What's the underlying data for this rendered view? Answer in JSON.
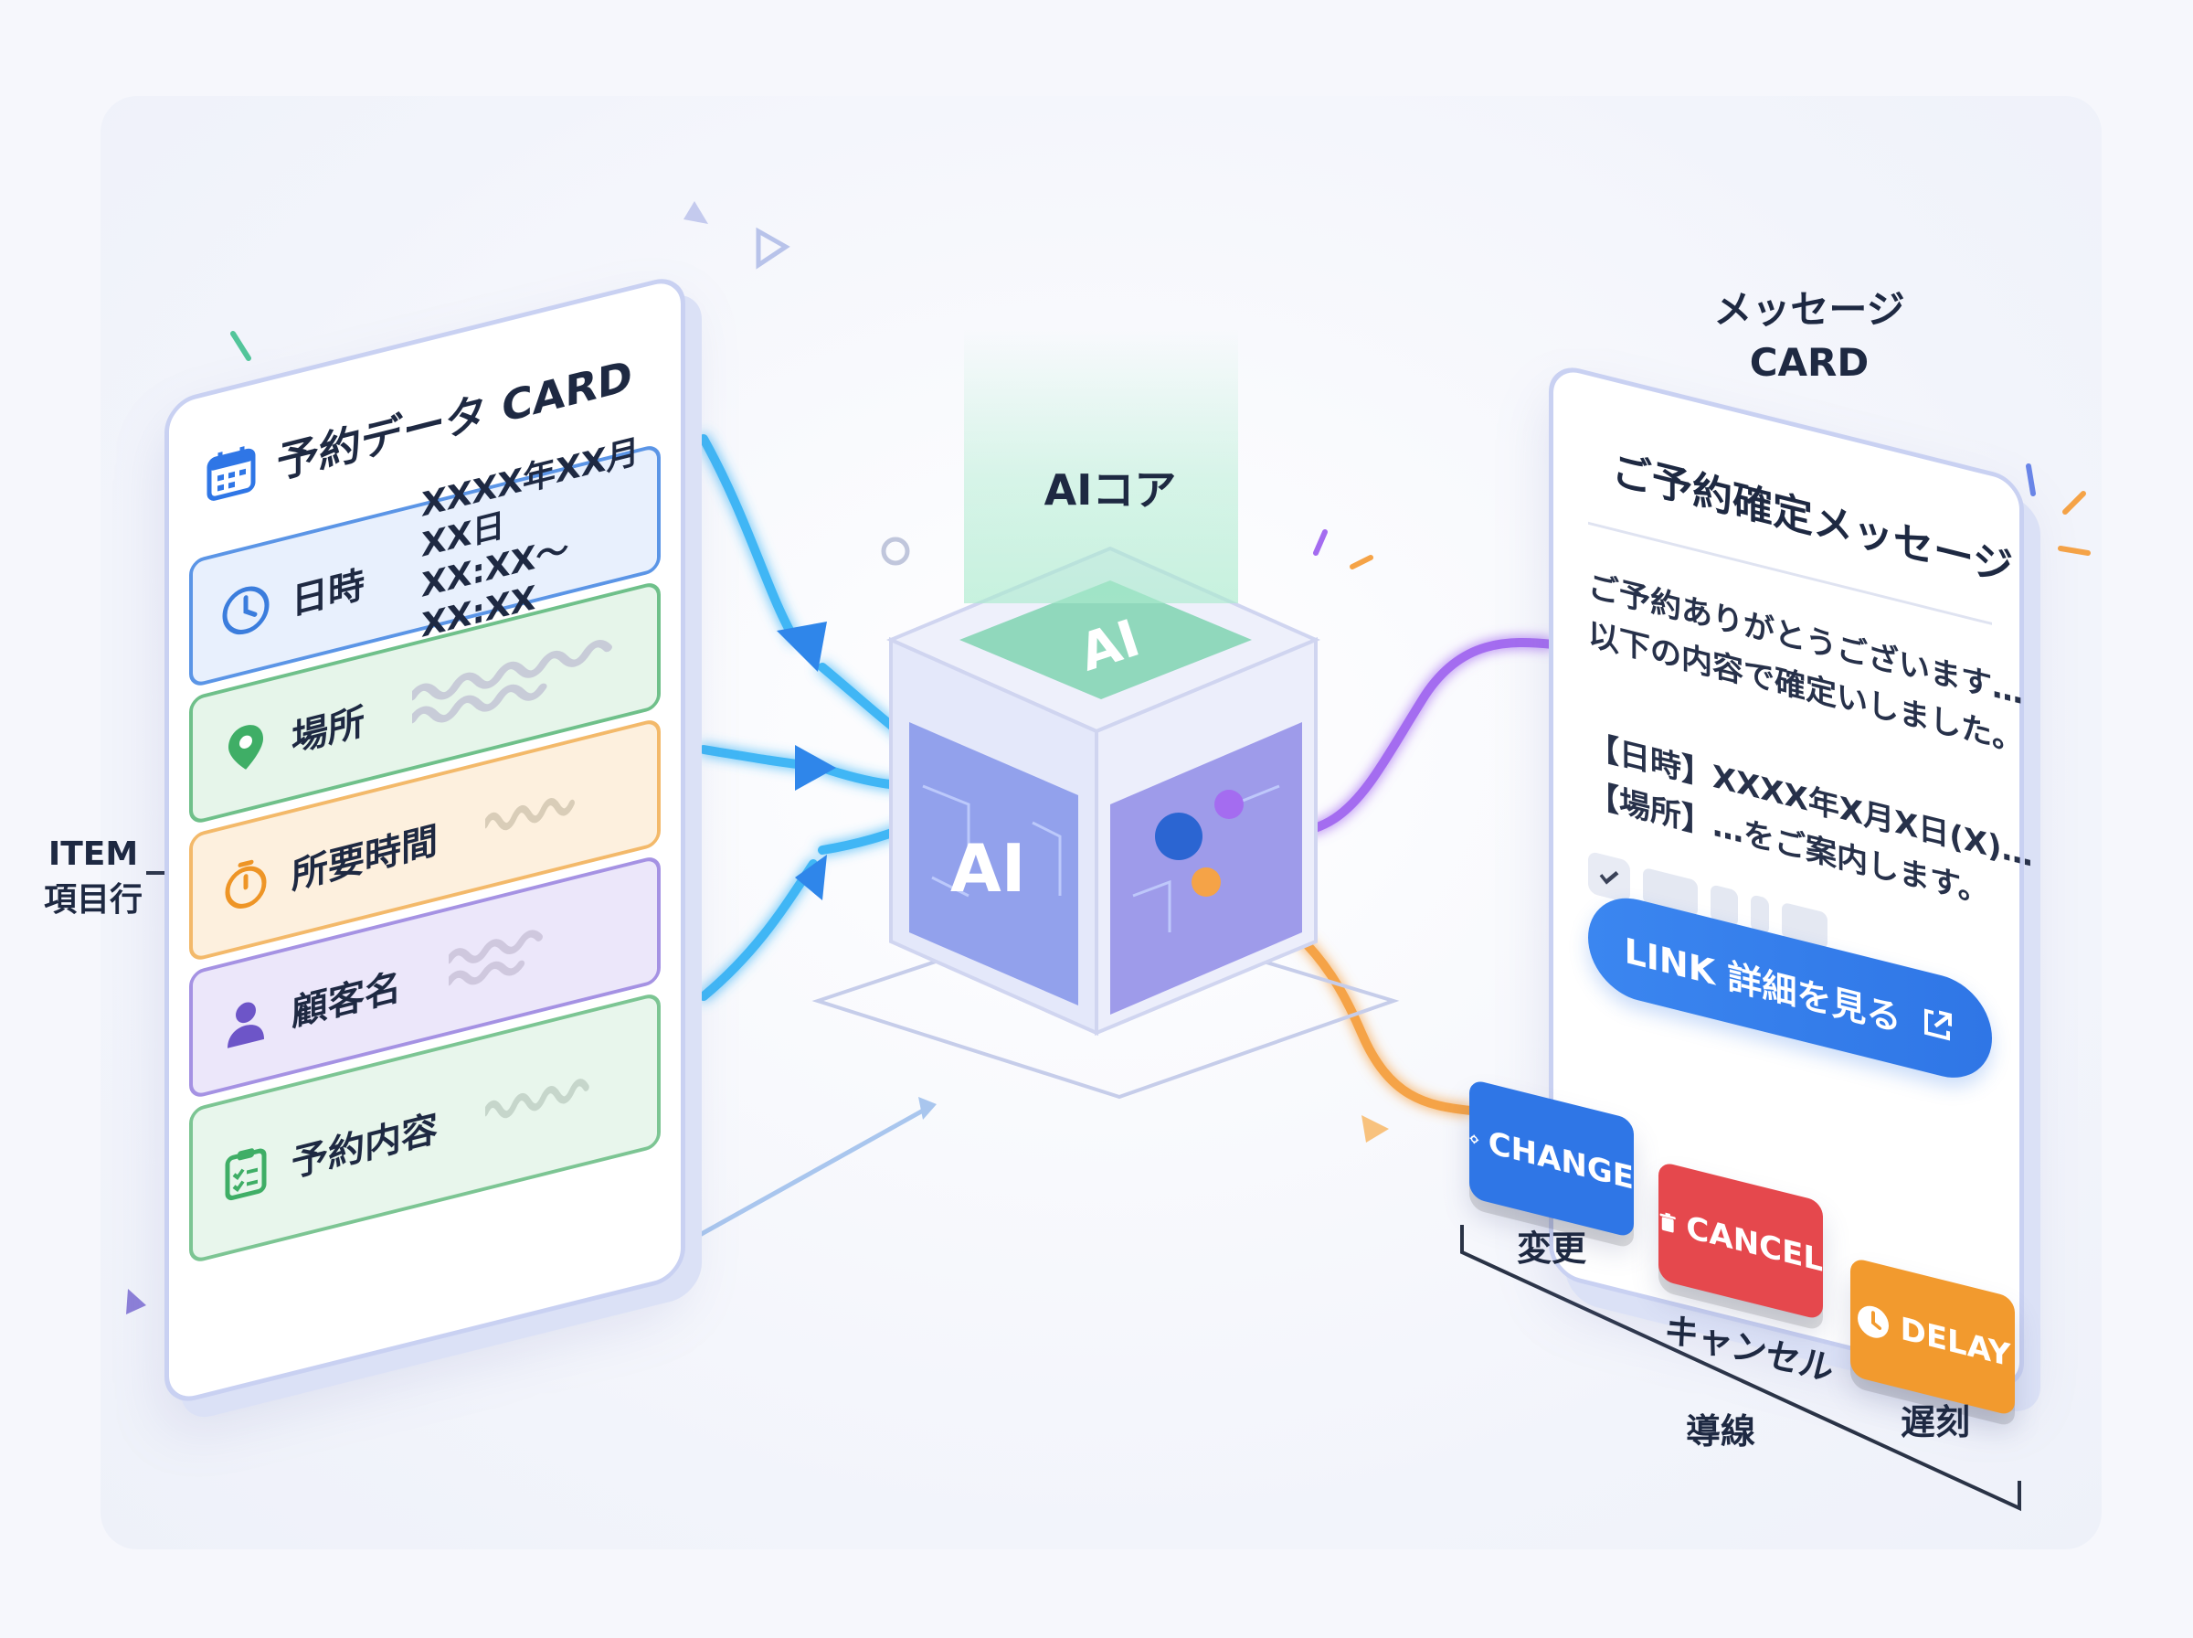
{
  "left_card": {
    "title": "予約データ CARD",
    "rows": [
      {
        "label": "日時",
        "value_line1": "XXXX年XX月XX日",
        "value_line2": "XX:XX〜XX:XX",
        "color": "#3b7ddd"
      },
      {
        "label": "場所",
        "color": "#4caf6e"
      },
      {
        "label": "所要時間",
        "color": "#f2a33a"
      },
      {
        "label": "顧客名",
        "color": "#8a6fd8"
      },
      {
        "label": "予約内容",
        "color": "#59b97a"
      }
    ]
  },
  "item_bracket": {
    "line1": "ITEM",
    "line2": "項目行"
  },
  "ai_core": {
    "label": "AIコア",
    "top_text": "AI",
    "side_text": "AI"
  },
  "message_card": {
    "header_line1": "メッセージ",
    "header_line2": "CARD",
    "title": "ご予約確定メッセージ",
    "body_line1": "ご予約ありがとうございます…",
    "body_line2": "以下の内容で確定いしました。",
    "detail_line1": "【日時】XXXX年X月X日(X)…",
    "detail_line2": "【場所】…をご案内します。",
    "link_label": "LINK 詳細を見る"
  },
  "actions": [
    {
      "label": "CHANGE",
      "caption": "変更",
      "color": "#2f76e6"
    },
    {
      "label": "CANCEL",
      "caption": "キャンセル",
      "color": "#e5484d"
    },
    {
      "label": "DELAY",
      "caption": "遅刻",
      "color": "#f29a2e"
    }
  ],
  "actions_bracket_label": "導線",
  "colors": {
    "blue_flow": "#3fb6f5",
    "purple_flow": "#a46cf0",
    "orange_flow": "#f5a347",
    "card_border": "#c9d1f2"
  }
}
